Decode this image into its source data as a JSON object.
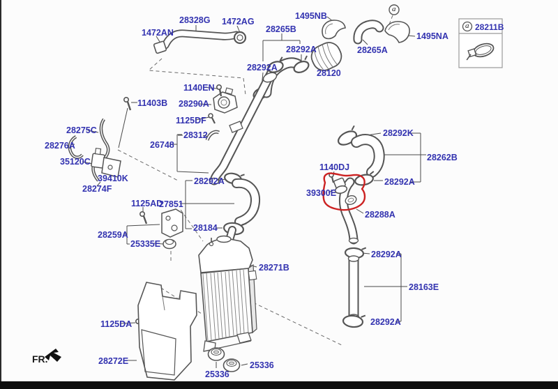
{
  "figure": {
    "fr_label": "FR."
  },
  "markers": {
    "detail_marker": "a"
  },
  "inset": {
    "marker": "a",
    "part_number": "28211B"
  },
  "highlight": {
    "part": "39300E",
    "shape": "hand-drawn-circle"
  },
  "colors": {
    "label_text": "#3333b0",
    "line": "#4a4a4a",
    "highlight_circle": "#cc2222",
    "background": "#fcfcfc"
  },
  "labels": [
    "28328G",
    "1472AG",
    "1472AN",
    "28265B",
    "1495NB",
    "1495NA",
    "28292A",
    "28265A",
    "28292A",
    "28120",
    "1140EN",
    "11403B",
    "28290A",
    "1125DF",
    "28275C",
    "28312",
    "26748",
    "28276A",
    "35120C",
    "28292K",
    "28262B",
    "1140DJ",
    "39410K",
    "28292A",
    "28292A",
    "28274F",
    "39300E",
    "1125AD",
    "27851",
    "28288A",
    "28184",
    "28259A",
    "25335E",
    "28292A",
    "28271B",
    "28163E",
    "28292A",
    "1125DA",
    "28272E",
    "25336",
    "25336"
  ]
}
